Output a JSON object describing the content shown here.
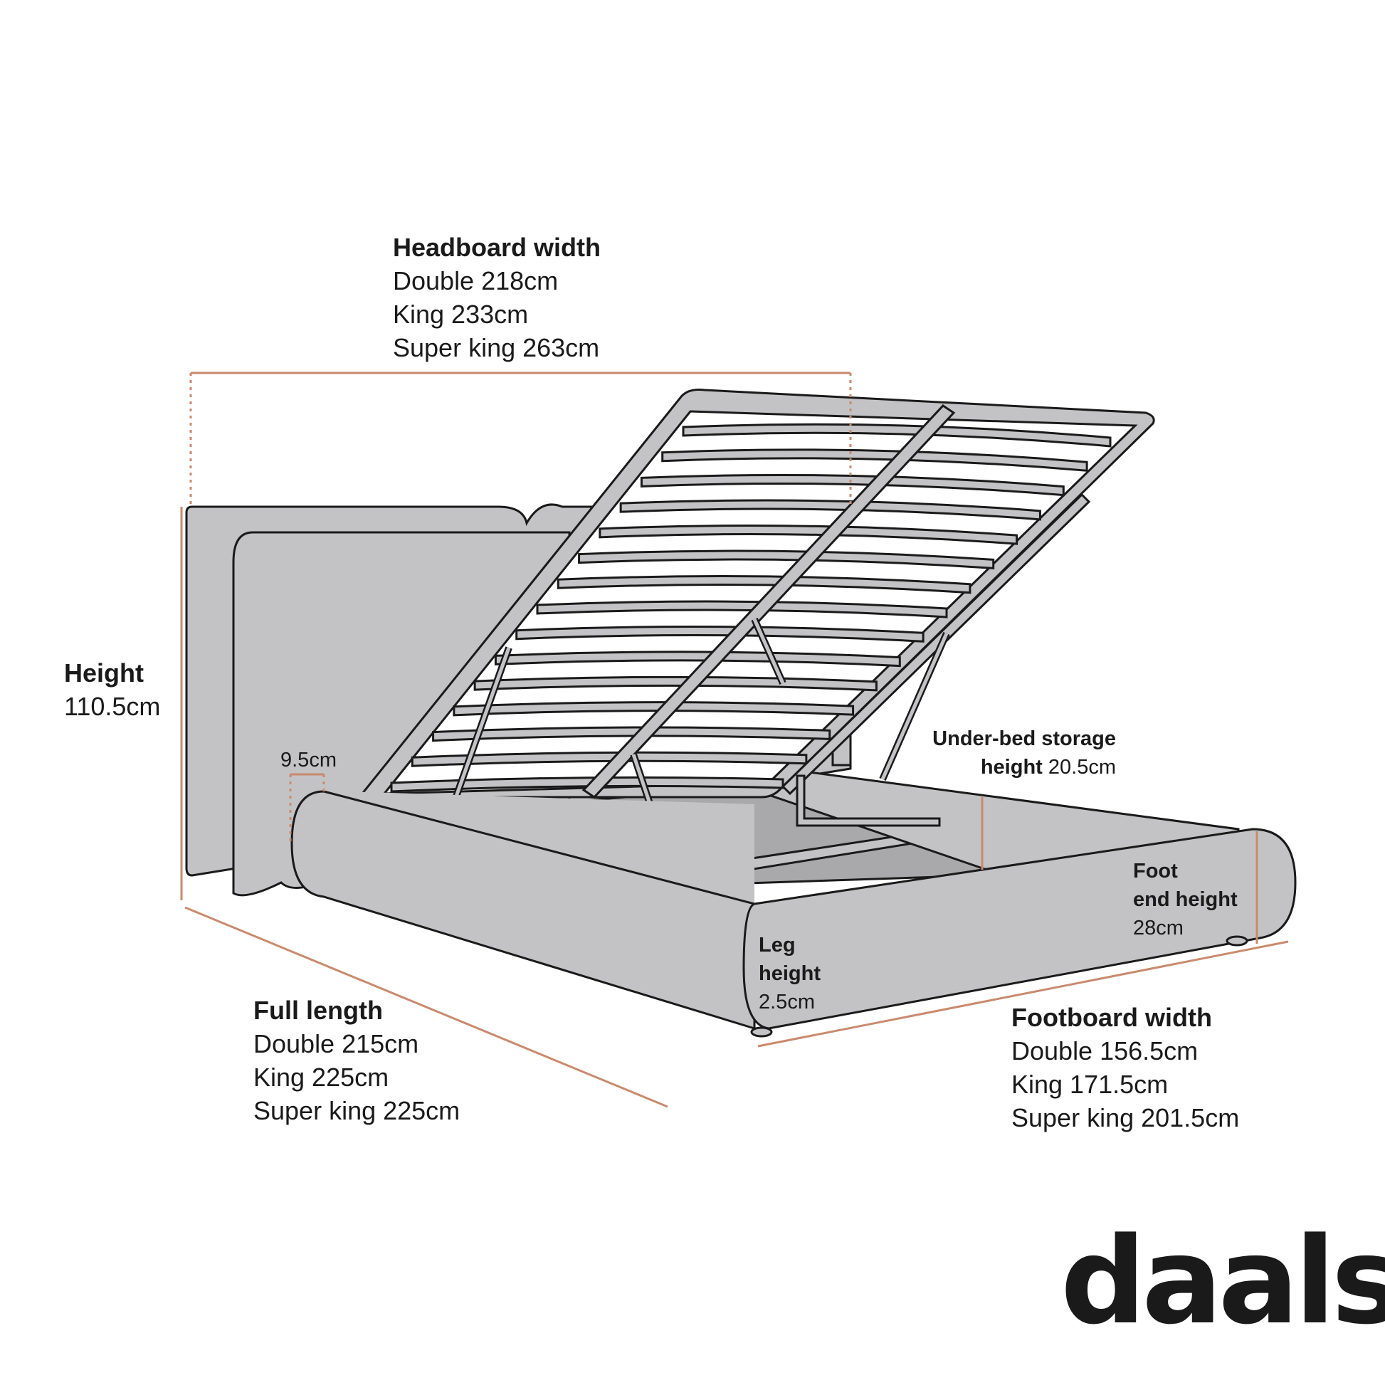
{
  "colors": {
    "dimension_line": "#c98a6d",
    "bed_fill": "#c3c3c5",
    "bed_dark": "#a9a9ab",
    "outline": "#1a1a1a"
  },
  "labels": {
    "headboard_width": {
      "title": "Headboard width",
      "lines": [
        "Double 218cm",
        "King 233cm",
        "Super king 263cm"
      ]
    },
    "height": {
      "title": "Height",
      "value": "110.5cm"
    },
    "headboard_thickness": {
      "value": "9.5cm"
    },
    "under_bed_storage": {
      "title": "Under-bed storage",
      "line2_bold": "height",
      "line2_value": "20.5cm"
    },
    "foot_end_height": {
      "line1": "Foot",
      "line2": "end height",
      "value": "28cm"
    },
    "leg_height": {
      "line1": "Leg",
      "line2": "height",
      "value": "2.5cm"
    },
    "full_length": {
      "title": "Full length",
      "lines": [
        "Double 215cm",
        "King 225cm",
        "Super king 225cm"
      ]
    },
    "footboard_width": {
      "title": "Footboard width",
      "lines": [
        "Double 156.5cm",
        "King 171.5cm",
        "Super king 201.5cm"
      ]
    }
  },
  "logo": {
    "text": "daals",
    "dot": "."
  }
}
